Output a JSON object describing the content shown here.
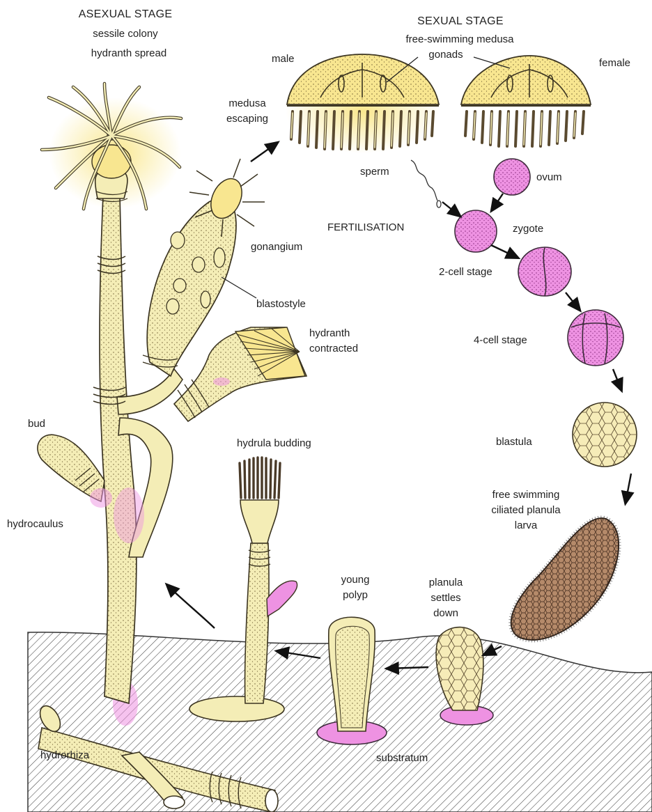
{
  "colors": {
    "tissue": "#f4edb6",
    "tissue_stroke": "#3a3320",
    "glow": "#f6e27a",
    "pink": "#ee92e2",
    "pink_dark": "#b84aa8",
    "planula": "#b58a6a",
    "ground_line": "#444444"
  },
  "icons": [
    "arrow-icon",
    "medusa-icon",
    "hydranth-icon",
    "cell-icon"
  ],
  "labels": {
    "asexual_title": "ASEXUAL STAGE",
    "asexual_sub1": "sessile colony",
    "asexual_sub2": "hydranth spread",
    "sexual_title": "SEXUAL STAGE",
    "sexual_sub": "free-swimming medusa",
    "gonads": "gonads",
    "male": "male",
    "female": "female",
    "medusa_escaping_1": "medusa",
    "medusa_escaping_2": "escaping",
    "sperm": "sperm",
    "ovum": "ovum",
    "fertilisation": "FERTILISATION",
    "zygote": "zygote",
    "two_cell": "2-cell stage",
    "four_cell": "4-cell  stage",
    "gonangium": "gonangium",
    "blastostyle": "blastostyle",
    "hydranth_contracted_1": "hydranth",
    "hydranth_contracted_2": "contracted",
    "blastula": "blastula",
    "planula_larva_1": "free swimming",
    "planula_larva_2": "ciliated planula",
    "planula_larva_3": "larva",
    "bud": "bud",
    "hydrula_budding": "hydrula budding",
    "hydrocaulus": "hydrocaulus",
    "young_polyp_1": "young",
    "young_polyp_2": "polyp",
    "planula_settles_1": "planula",
    "planula_settles_2": "settles",
    "planula_settles_3": "down",
    "hydrorhiza": "hydrorhiza",
    "substratum": "substratum"
  }
}
